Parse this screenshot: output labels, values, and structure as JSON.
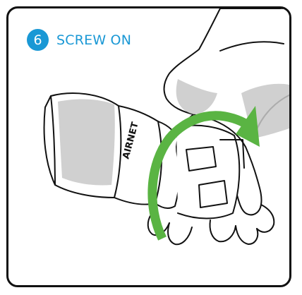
{
  "step": {
    "number": "6",
    "title": "SCREW ON"
  },
  "illustration": {
    "logo_text": "AIRNET",
    "arrow_icon": "rotate-clockwise-arrow-icon"
  },
  "colors": {
    "accent_blue": "#1a98d5",
    "arrow_green": "#5ab443",
    "outline": "#111111",
    "shade": "#c8c8c8"
  }
}
